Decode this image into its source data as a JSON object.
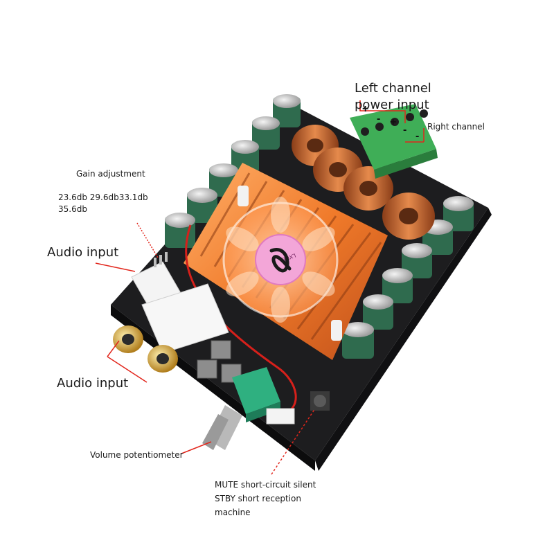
{
  "labels": {
    "left_channel_power_input": "Left channel power input",
    "right_channel": "Right channel",
    "gain_adjustment": "Gain adjustment",
    "gain_values_line1": "23.6db 29.6db33.1db",
    "gain_values_line2": "35.6db",
    "audio_input_top": "Audio input",
    "audio_input_bottom": "Audio input",
    "volume_potentiometer": "Volume potentiometer",
    "mute_line1": "MUTE short-circuit silent",
    "mute_line2": "STBY short reception",
    "mute_line3": "machine"
  },
  "terminal_marks": [
    "+",
    "-",
    "+",
    "-"
  ],
  "fan_logo_text": "LXUE",
  "colors": {
    "pcb": "#1d1d1f",
    "heatsink": "#f07a2a",
    "coil": "#c8632c",
    "capacitor": "#2f6b4e",
    "terminal_block": "#3fae57",
    "rca_gold": "#d7a83a",
    "fan_pink": "#f3a6d8",
    "callout_red": "#e2261c"
  }
}
